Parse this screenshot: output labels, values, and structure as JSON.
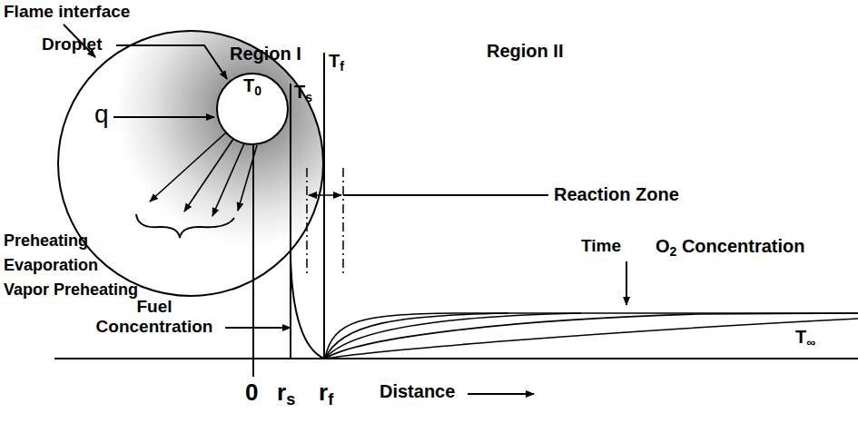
{
  "diagram": {
    "nodes": [
      {
        "text": [
          "Region I"
        ]
      },
      {
        "text": [
          "T0"
        ],
        "in": 0
      }
    ],
    "labels": [
      "Flame interface",
      "Droplet",
      "q",
      "Preheating",
      "Evaporation",
      "Vapor Preheating",
      "Fuel Concentration",
      "Ts",
      "Tf",
      "Region II",
      "Reaction Zone",
      "Time",
      "O2 Concentration",
      "T∞",
      "0",
      "rs",
      "rf",
      "Distance"
    ]
  }
}
